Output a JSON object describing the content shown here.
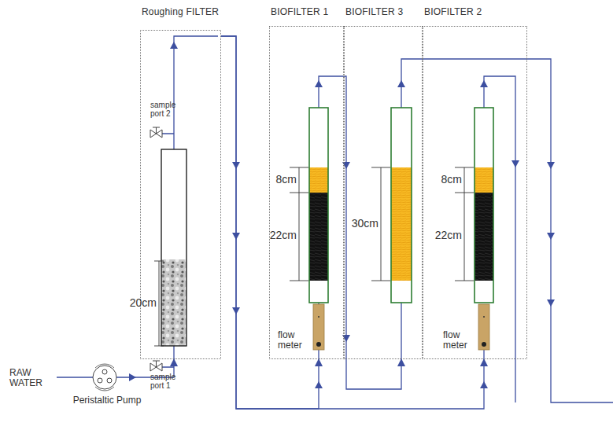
{
  "diagram": {
    "nodes": [
      {
        "text": [
          "Roughing FILTER"
        ]
      },
      {
        "text": [
          "BIOFILTER 1"
        ]
      },
      {
        "text": [
          "BIOFILTER 3"
        ]
      },
      {
        "text": [
          "BIOFILTER 2"
        ]
      },
      {
        "text": [
          "Peristaltic Pump"
        ]
      }
    ],
    "edges": [
      {
        "from": 4,
        "to": 0,
        "arrow": "to"
      },
      {
        "from": 0,
        "to": 1,
        "arrow": "to"
      },
      {
        "from": 0,
        "to": 3,
        "arrow": "to"
      },
      {
        "from": 1,
        "to": 2,
        "arrow": "to"
      }
    ],
    "labels": [
      "sample port 2",
      "sample port 1",
      "20cm",
      "8cm",
      "22cm",
      "30cm",
      "8cm",
      "22cm",
      "flow meter",
      "flow meter",
      "RAW WATER"
    ]
  }
}
